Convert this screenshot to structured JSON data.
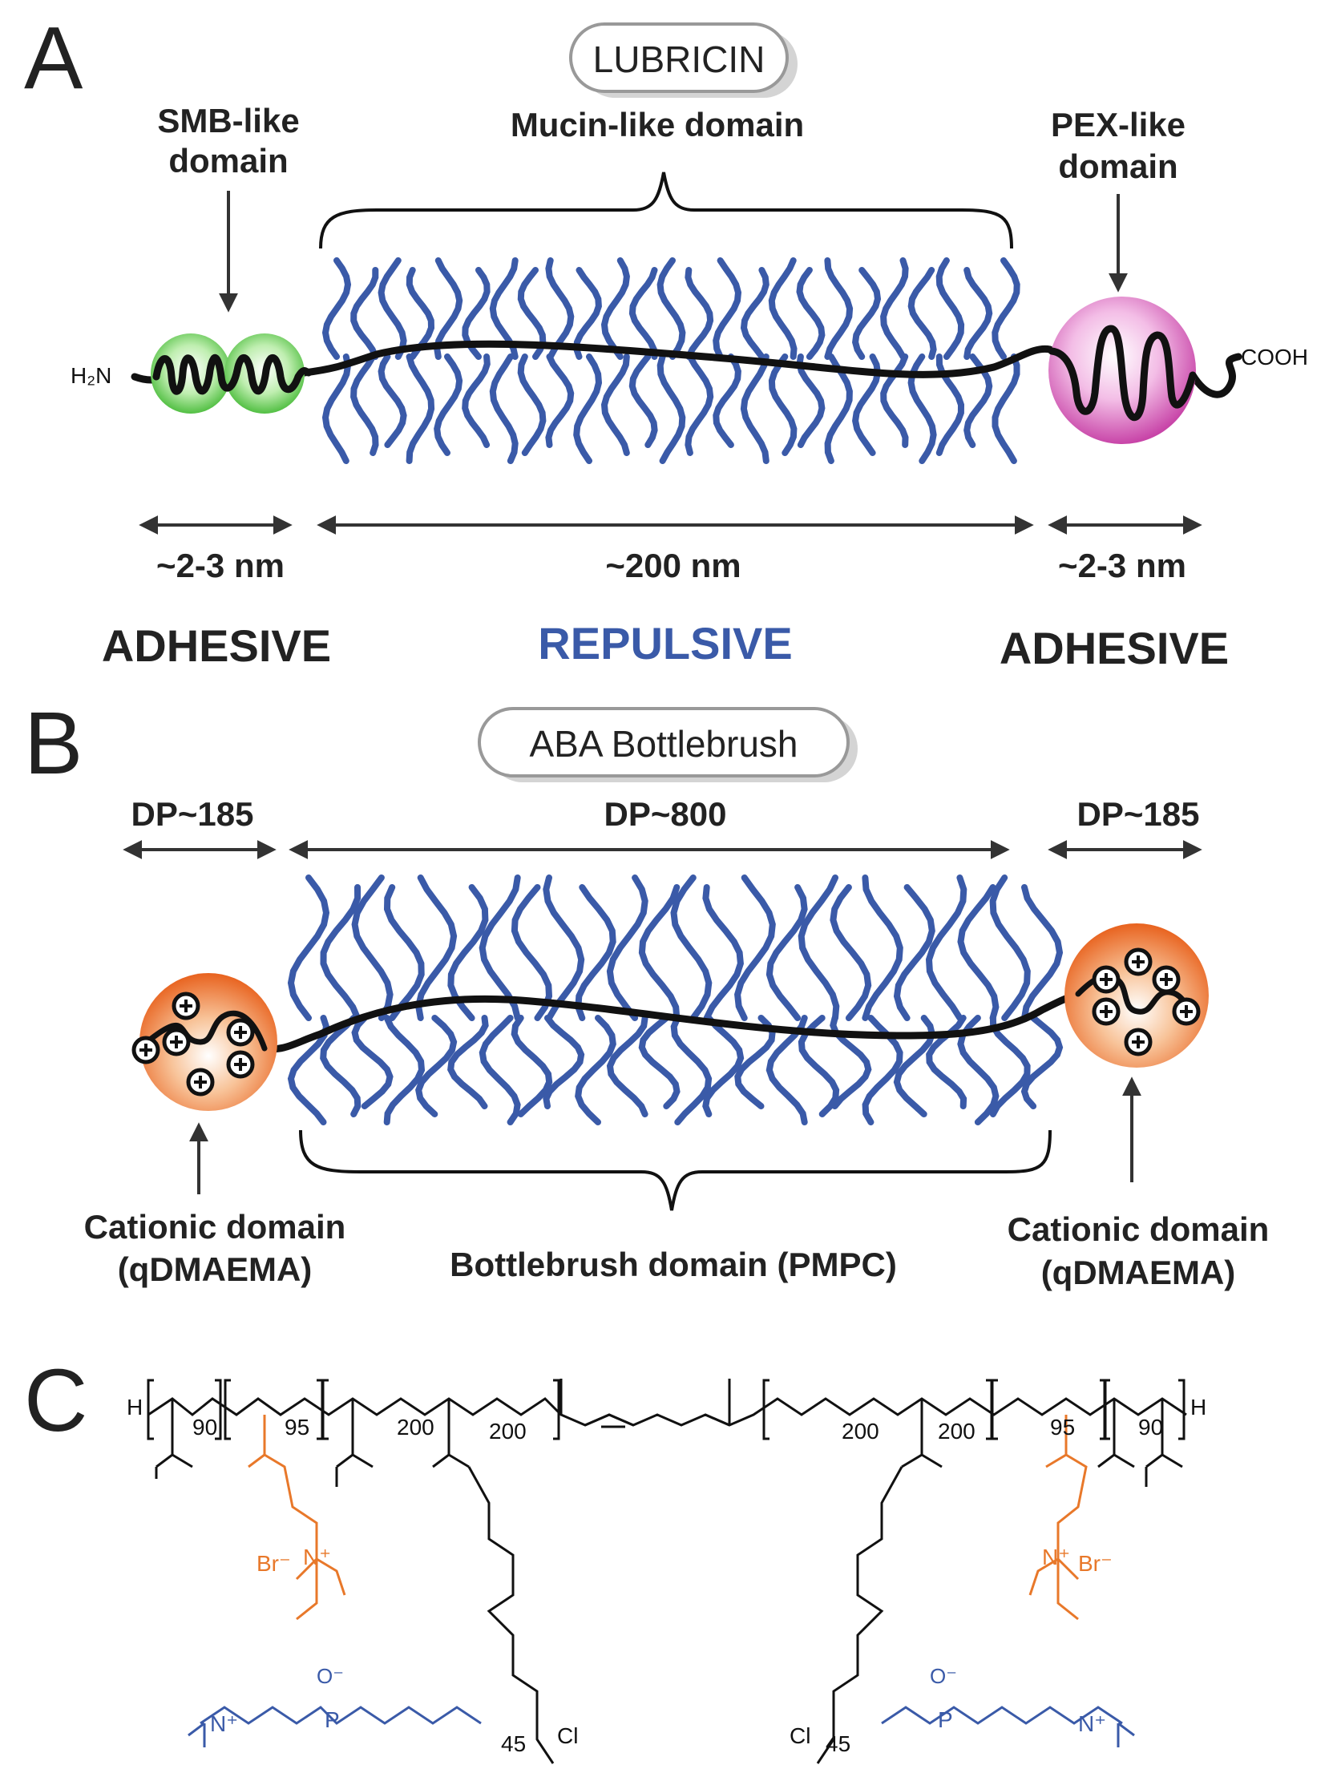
{
  "panels": {
    "a": "A",
    "b": "B",
    "c": "C"
  },
  "panel_a": {
    "title": "LUBRICIN",
    "smb_line1": "SMB-like",
    "smb_line2": "domain",
    "mucin": "Mucin-like domain",
    "pex_line1": "PEX-like",
    "pex_line2": "domain",
    "n_term": "H₂N",
    "c_term": "COOH",
    "size_left": "~2-3 nm",
    "size_mid": "~200 nm",
    "size_right": "~2-3 nm",
    "label_left": "ADHESIVE",
    "label_mid": "REPULSIVE",
    "label_right": "ADHESIVE"
  },
  "panel_b": {
    "title": "ABA Bottlebrush",
    "dp_left": "DP~185",
    "dp_mid": "DP~800",
    "dp_right": "DP~185",
    "cat_left_line1": "Cationic domain",
    "cat_left_line2": "(qDMAEMA)",
    "brush": "Bottlebrush domain (PMPC)",
    "cat_right_line1": "Cationic domain",
    "cat_right_line2": "(qDMAEMA)"
  },
  "panel_c": {
    "h_left": "H",
    "h_right": "H",
    "n90a": "90",
    "n95a": "95",
    "n200a": "200",
    "n200b": "200",
    "n200c": "200",
    "n200d": "200",
    "n95b": "95",
    "n90b": "90",
    "br_left": "Br⁻",
    "br_right": "Br⁻",
    "nplus_left": "N⁺",
    "nplus_right": "N⁺",
    "n45_left": "45",
    "n45_right": "45",
    "cl_left": "Cl",
    "cl_right": "Cl",
    "o_minus_left": "O⁻",
    "o_minus_right": "O⁻",
    "p_left": "P",
    "p_right": "P",
    "nme3_left": "N⁺",
    "nme3_right": "N⁺"
  },
  "colors": {
    "cationic": "#e8782a",
    "pmpc": "#3a5aa8",
    "smb": "#6ccf5a",
    "pex": "#d45ab8"
  }
}
